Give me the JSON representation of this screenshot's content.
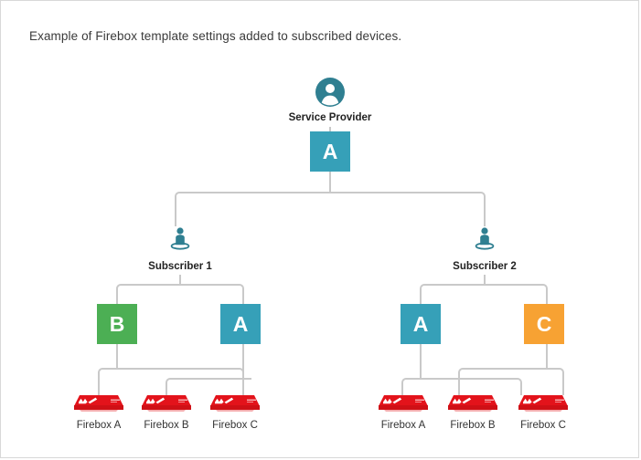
{
  "caption": "Example of Firebox template settings added to subscribed devices.",
  "colors": {
    "teal": "#36a0b8",
    "green": "#4caf54",
    "orange": "#f7a233",
    "icon_teal": "#2f7f91",
    "line": "#c9c9c9",
    "device_red": "#e3131b",
    "border": "#d8d8d8"
  },
  "nodes": {
    "service_provider": {
      "label": "Service Provider",
      "icon": "user-circle-icon",
      "template": "A",
      "template_color": "teal"
    },
    "subscribers": [
      {
        "label": "Subscriber 1",
        "icon": "subscriber-person-icon",
        "templates": [
          {
            "letter": "B",
            "color": "green"
          },
          {
            "letter": "A",
            "color": "teal"
          }
        ],
        "devices": [
          {
            "label": "Firebox A",
            "icon": "firebox-appliance-icon"
          },
          {
            "label": "Firebox B",
            "icon": "firebox-appliance-icon"
          },
          {
            "label": "Firebox C",
            "icon": "firebox-appliance-icon"
          }
        ]
      },
      {
        "label": "Subscriber 2",
        "icon": "subscriber-person-icon",
        "templates": [
          {
            "letter": "A",
            "color": "teal"
          },
          {
            "letter": "C",
            "color": "orange"
          }
        ],
        "devices": [
          {
            "label": "Firebox A",
            "icon": "firebox-appliance-icon"
          },
          {
            "label": "Firebox B",
            "icon": "firebox-appliance-icon"
          },
          {
            "label": "Firebox C",
            "icon": "firebox-appliance-icon"
          }
        ]
      }
    ]
  }
}
